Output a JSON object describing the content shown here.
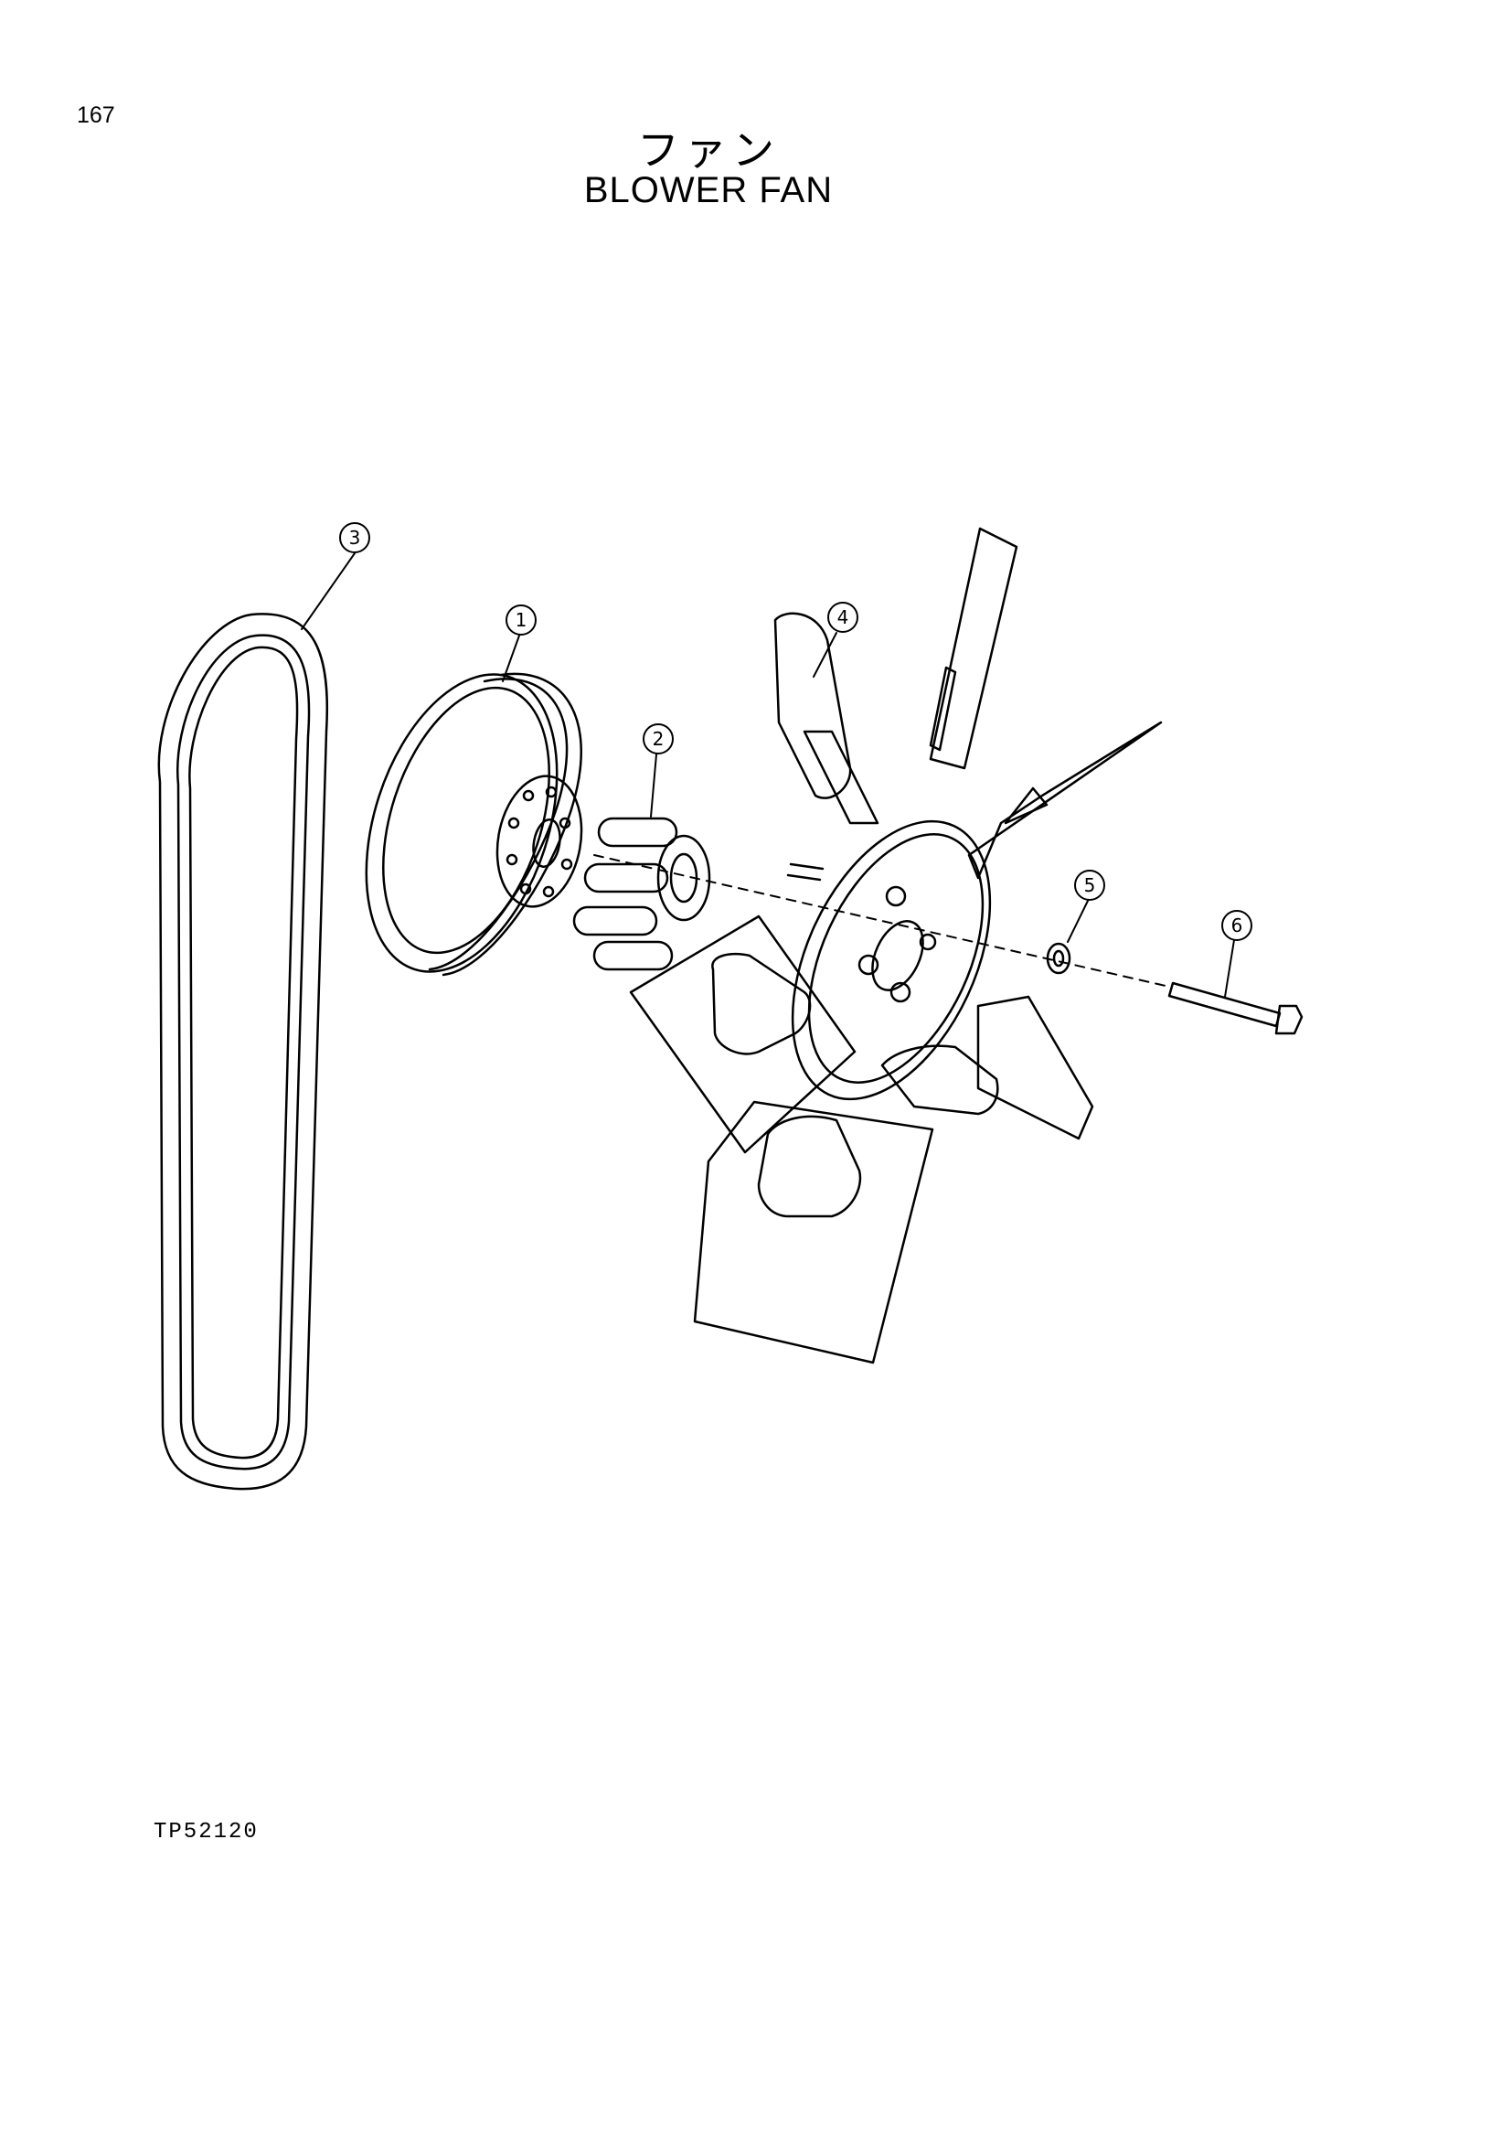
{
  "page": {
    "number": "167"
  },
  "title": {
    "japanese": "ファン",
    "english": "BLOWER FAN"
  },
  "figure": {
    "code": "TP52120"
  },
  "callouts": [
    {
      "id": "1",
      "label": "1"
    },
    {
      "id": "2",
      "label": "2"
    },
    {
      "id": "3",
      "label": "3"
    },
    {
      "id": "4",
      "label": "4"
    },
    {
      "id": "5",
      "label": "5"
    },
    {
      "id": "6",
      "label": "6"
    }
  ],
  "icons": [
    "v-belt-icon",
    "pulley-icon",
    "spacer-icon",
    "fan-icon",
    "washer-icon",
    "bolt-icon"
  ]
}
